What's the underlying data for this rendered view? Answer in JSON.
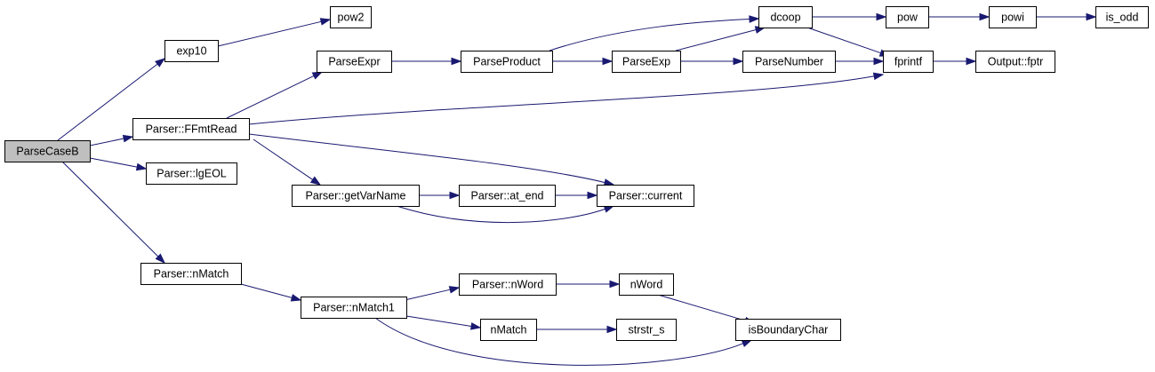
{
  "graph": {
    "root": "ParseCaseB",
    "nodes": [
      {
        "id": "ParseCaseB",
        "label": "ParseCaseB"
      },
      {
        "id": "exp10",
        "label": "exp10"
      },
      {
        "id": "pow2",
        "label": "pow2"
      },
      {
        "id": "FFmtRead",
        "label": "Parser::FFmtRead"
      },
      {
        "id": "lgEOL",
        "label": "Parser::lgEOL"
      },
      {
        "id": "nMatchP",
        "label": "Parser::nMatch"
      },
      {
        "id": "ParseExpr",
        "label": "ParseExpr"
      },
      {
        "id": "ParseProduct",
        "label": "ParseProduct"
      },
      {
        "id": "ParseExp",
        "label": "ParseExp"
      },
      {
        "id": "ParseNumber",
        "label": "ParseNumber"
      },
      {
        "id": "dcoop",
        "label": "dcoop"
      },
      {
        "id": "pow",
        "label": "pow"
      },
      {
        "id": "powi",
        "label": "powi"
      },
      {
        "id": "is_odd",
        "label": "is_odd"
      },
      {
        "id": "fprintf",
        "label": "fprintf"
      },
      {
        "id": "fptr",
        "label": "Output::fptr"
      },
      {
        "id": "getVarName",
        "label": "Parser::getVarName"
      },
      {
        "id": "at_end",
        "label": "Parser::at_end"
      },
      {
        "id": "current",
        "label": "Parser::current"
      },
      {
        "id": "nMatch1",
        "label": "Parser::nMatch1"
      },
      {
        "id": "nWordP",
        "label": "Parser::nWord"
      },
      {
        "id": "nWord",
        "label": "nWord"
      },
      {
        "id": "nMatch",
        "label": "nMatch"
      },
      {
        "id": "strstr_s",
        "label": "strstr_s"
      },
      {
        "id": "isBoundaryChar",
        "label": "isBoundaryChar"
      }
    ],
    "edges": [
      {
        "from": "ParseCaseB",
        "to": "exp10"
      },
      {
        "from": "ParseCaseB",
        "to": "FFmtRead"
      },
      {
        "from": "ParseCaseB",
        "to": "lgEOL"
      },
      {
        "from": "ParseCaseB",
        "to": "nMatchP"
      },
      {
        "from": "exp10",
        "to": "pow2"
      },
      {
        "from": "FFmtRead",
        "to": "ParseExpr"
      },
      {
        "from": "FFmtRead",
        "to": "fprintf"
      },
      {
        "from": "FFmtRead",
        "to": "getVarName"
      },
      {
        "from": "FFmtRead",
        "to": "current"
      },
      {
        "from": "ParseExpr",
        "to": "ParseProduct"
      },
      {
        "from": "ParseProduct",
        "to": "dcoop"
      },
      {
        "from": "ParseProduct",
        "to": "ParseExp"
      },
      {
        "from": "ParseExp",
        "to": "dcoop"
      },
      {
        "from": "ParseExp",
        "to": "ParseNumber"
      },
      {
        "from": "ParseNumber",
        "to": "fprintf"
      },
      {
        "from": "dcoop",
        "to": "pow"
      },
      {
        "from": "dcoop",
        "to": "fprintf"
      },
      {
        "from": "pow",
        "to": "powi"
      },
      {
        "from": "powi",
        "to": "is_odd"
      },
      {
        "from": "fprintf",
        "to": "fptr"
      },
      {
        "from": "getVarName",
        "to": "at_end"
      },
      {
        "from": "getVarName",
        "to": "current"
      },
      {
        "from": "at_end",
        "to": "current"
      },
      {
        "from": "nMatchP",
        "to": "nMatch1"
      },
      {
        "from": "nMatch1",
        "to": "nWordP"
      },
      {
        "from": "nMatch1",
        "to": "nMatch"
      },
      {
        "from": "nMatch1",
        "to": "isBoundaryChar"
      },
      {
        "from": "nWordP",
        "to": "nWord"
      },
      {
        "from": "nWord",
        "to": "isBoundaryChar"
      },
      {
        "from": "nMatch",
        "to": "strstr_s"
      }
    ]
  },
  "colors": {
    "edge": "#191970",
    "root_fill": "#bfbfbf",
    "node_fill": "#ffffff",
    "node_border": "#000000"
  }
}
